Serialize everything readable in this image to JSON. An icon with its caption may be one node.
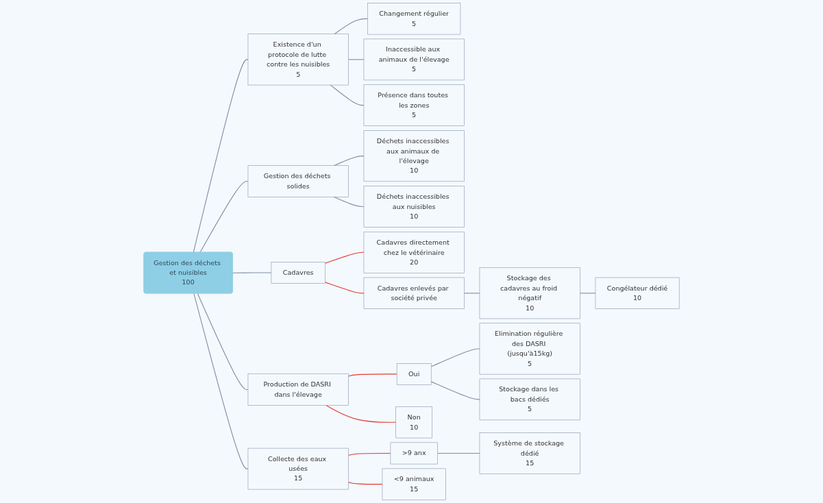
{
  "diagram": {
    "nodes": [
      {
        "text": [
          "Gestion des déchets et nuisibles",
          "100"
        ]
      },
      {
        "text": [
          "Existence d'un protocole de lutte contre les nuisibles",
          "5"
        ]
      },
      {
        "text": [
          "Changement régulier",
          "5"
        ]
      },
      {
        "text": [
          "Inaccessible aux animaux de l'élevage",
          "5"
        ]
      },
      {
        "text": [
          "Présence dans toutes les zones",
          "5"
        ]
      },
      {
        "text": [
          "Gestion des déchets solides"
        ]
      },
      {
        "text": [
          "Déchets inaccessibles aux animaux de l'élevage",
          "10"
        ]
      },
      {
        "text": [
          "Déchets inaccessibles aux nuisibles",
          "10"
        ]
      },
      {
        "text": [
          "Cadavres"
        ]
      },
      {
        "text": [
          "Cadavres directement chez le vétérinaire",
          "20"
        ]
      },
      {
        "text": [
          "Cadavres enlevés par société privée"
        ]
      },
      {
        "text": [
          "Stockage des cadavres au froid négatif",
          "10"
        ]
      },
      {
        "text": [
          "Congélateur dédié",
          "10"
        ]
      },
      {
        "text": [
          "Production de DASRI dans l'élevage"
        ]
      },
      {
        "text": [
          "Oui"
        ]
      },
      {
        "text": [
          "Elimination régulière des DASRI (jusqu'à15kg)",
          "5"
        ]
      },
      {
        "text": [
          "Stockage dans les bacs dédiés",
          "5"
        ]
      },
      {
        "text": [
          "Non",
          "10"
        ]
      },
      {
        "text": [
          "Collecte des eaux usées",
          "15"
        ]
      },
      {
        "text": [
          ">9 anx"
        ]
      },
      {
        "text": [
          "Système de stockage dédié",
          "15"
        ]
      },
      {
        "text": [
          "<9 animaux",
          "15"
        ]
      }
    ],
    "edges": [
      {
        "from": 0,
        "to": 1,
        "arrow": "none"
      },
      {
        "from": 1,
        "to": 2,
        "arrow": "none"
      },
      {
        "from": 1,
        "to": 3,
        "arrow": "none"
      },
      {
        "from": 1,
        "to": 4,
        "arrow": "none"
      },
      {
        "from": 0,
        "to": 5,
        "arrow": "none"
      },
      {
        "from": 5,
        "to": 6,
        "arrow": "none"
      },
      {
        "from": 5,
        "to": 7,
        "arrow": "none"
      },
      {
        "from": 0,
        "to": 8,
        "arrow": "none"
      },
      {
        "from": 8,
        "to": 9,
        "arrow": "none",
        "color": "#e53935"
      },
      {
        "from": 8,
        "to": 10,
        "arrow": "none",
        "color": "#e53935"
      },
      {
        "from": 10,
        "to": 11,
        "arrow": "none"
      },
      {
        "from": 11,
        "to": 12,
        "arrow": "none"
      },
      {
        "from": 0,
        "to": 13,
        "arrow": "none"
      },
      {
        "from": 13,
        "to": 14,
        "arrow": "none",
        "color": "#e53935"
      },
      {
        "from": 14,
        "to": 15,
        "arrow": "none"
      },
      {
        "from": 14,
        "to": 16,
        "arrow": "none"
      },
      {
        "from": 13,
        "to": 17,
        "arrow": "none",
        "color": "#e53935"
      },
      {
        "from": 0,
        "to": 18,
        "arrow": "none"
      },
      {
        "from": 18,
        "to": 19,
        "arrow": "none",
        "color": "#e53935"
      },
      {
        "from": 19,
        "to": 20,
        "arrow": "none"
      },
      {
        "from": 18,
        "to": 21,
        "arrow": "none",
        "color": "#e53935"
      }
    ]
  }
}
